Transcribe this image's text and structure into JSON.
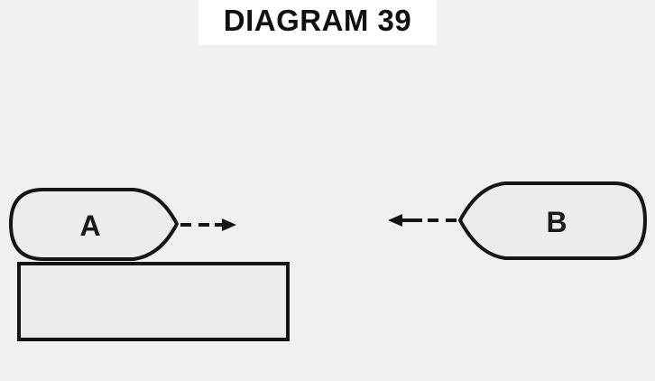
{
  "title": "DIAGRAM 39",
  "vessels": [
    {
      "label": "A",
      "heading": "right"
    },
    {
      "label": "B",
      "heading": "left"
    }
  ]
}
